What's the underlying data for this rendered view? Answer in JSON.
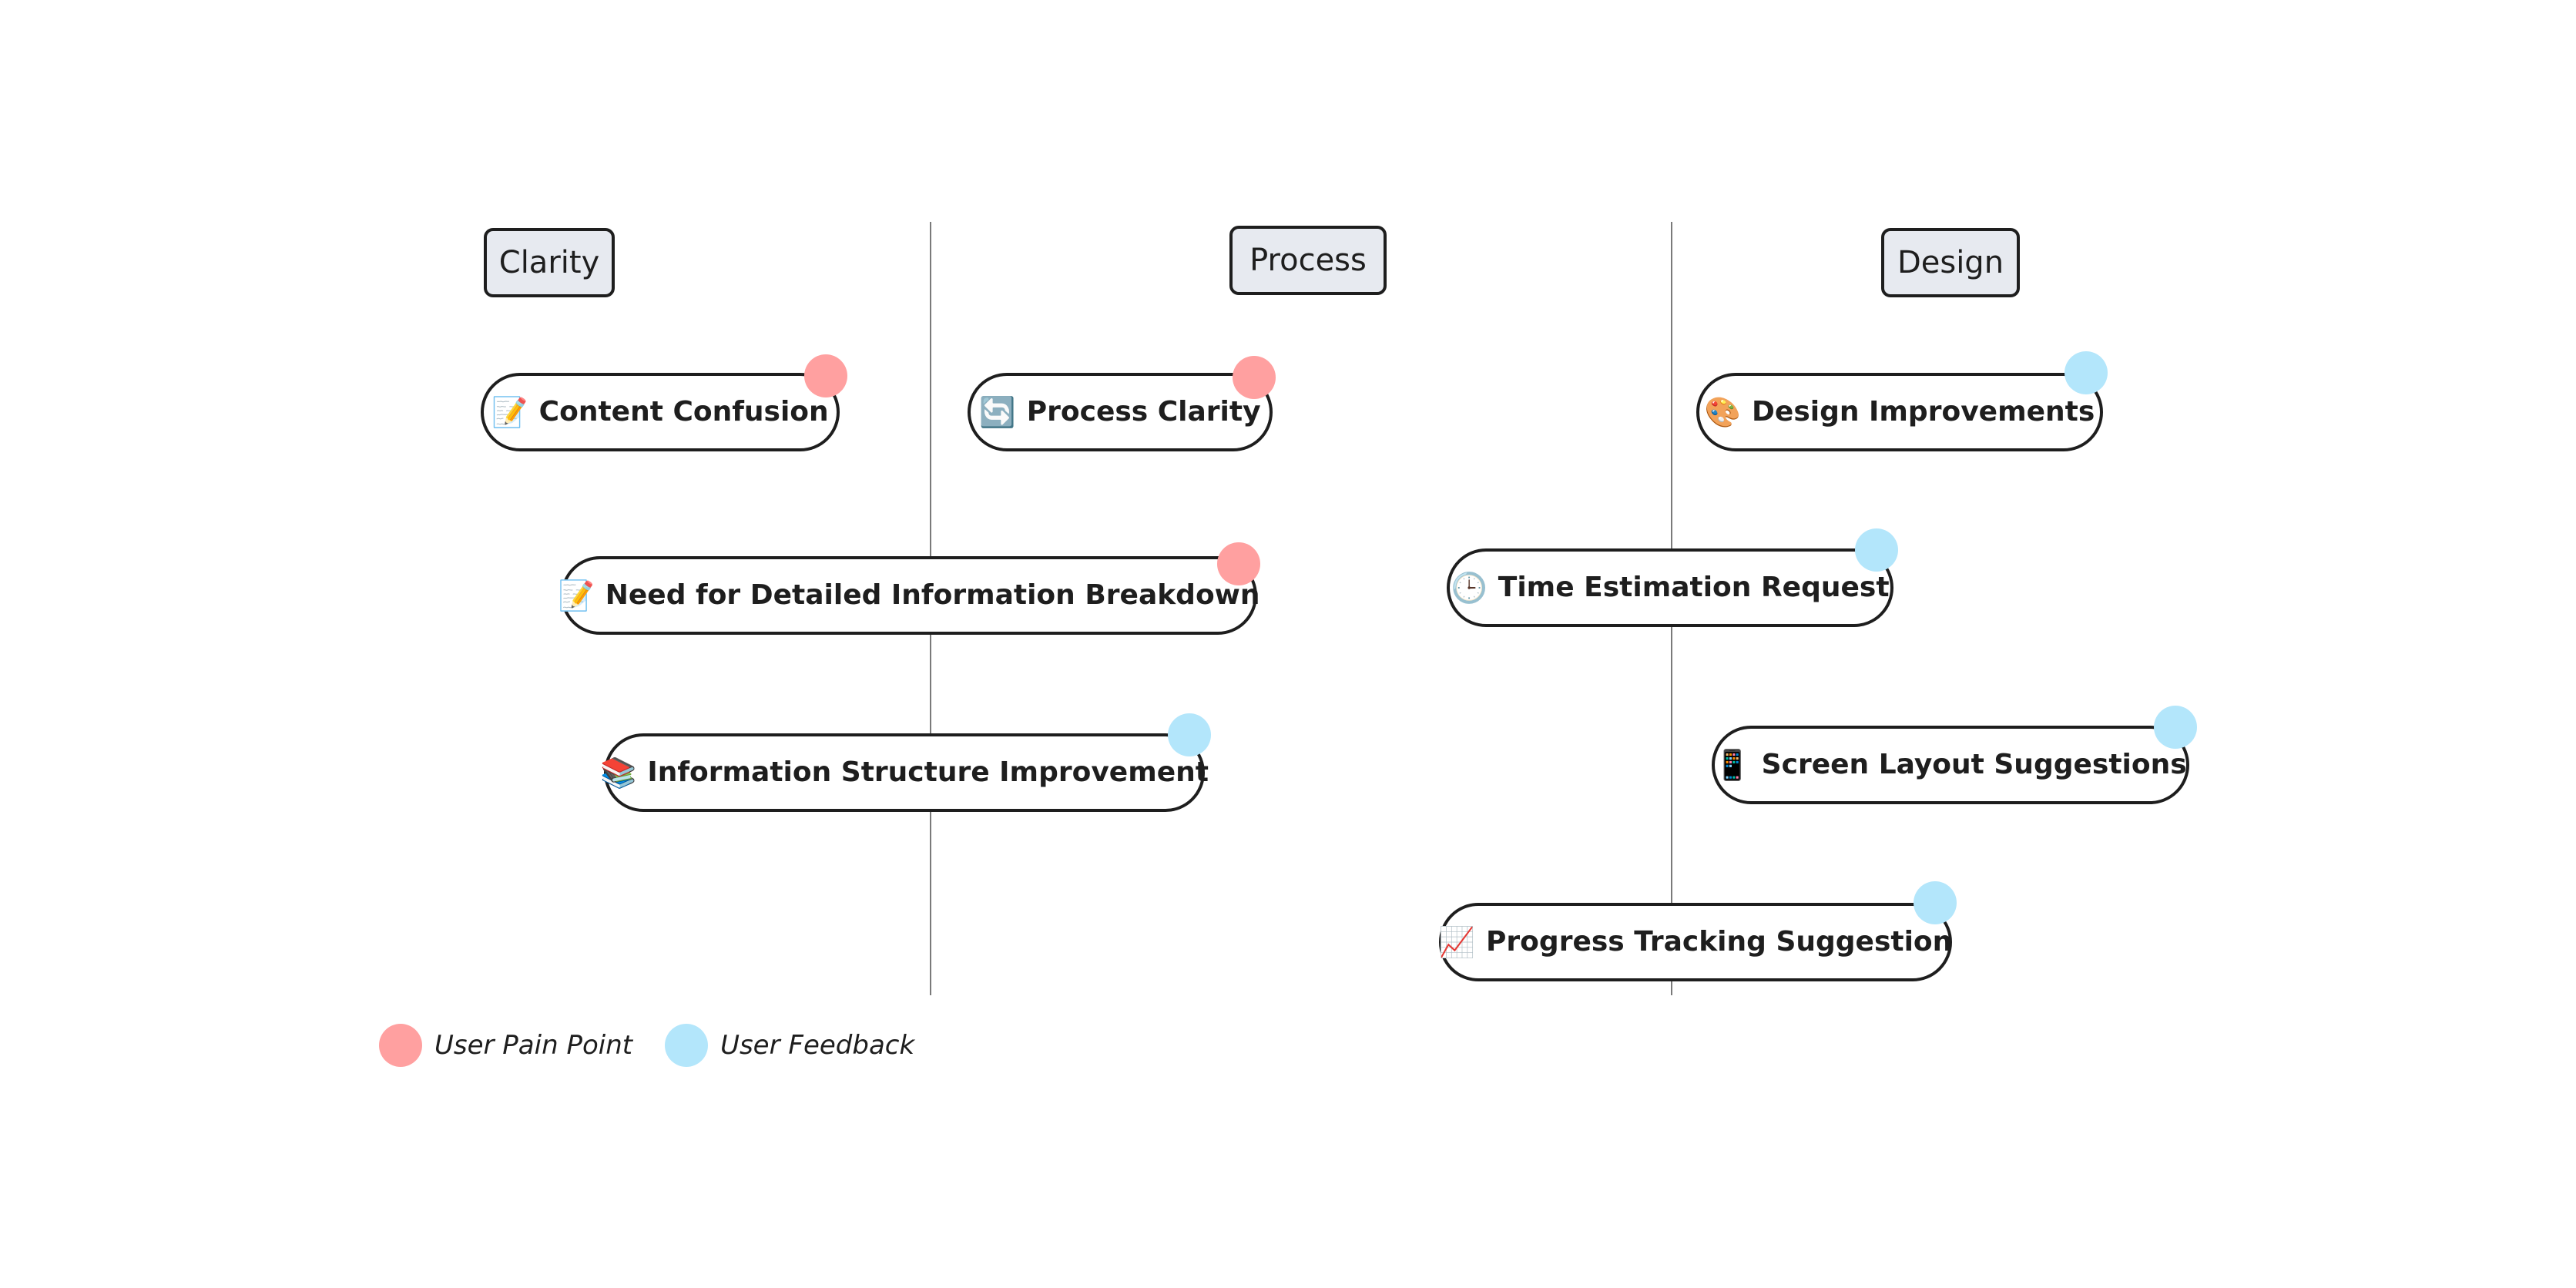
{
  "columns": [
    {
      "title": "Clarity"
    },
    {
      "title": "Process"
    },
    {
      "title": "Design"
    }
  ],
  "items": [
    {
      "emoji": "📝",
      "label": "Content Confusion",
      "type": "pain"
    },
    {
      "emoji": "🔄",
      "label": "Process Clarity",
      "type": "pain"
    },
    {
      "emoji": "🎨",
      "label": "Design Improvements",
      "type": "feedback"
    },
    {
      "emoji": "📝",
      "label": "Need for Detailed Information Breakdown",
      "type": "pain"
    },
    {
      "emoji": "🕒",
      "label": "Time Estimation Request",
      "type": "feedback"
    },
    {
      "emoji": "📚",
      "label": "Information Structure Improvement",
      "type": "feedback"
    },
    {
      "emoji": "📱",
      "label": "Screen Layout Suggestions",
      "type": "feedback"
    },
    {
      "emoji": "📈",
      "label": "Progress Tracking Suggestion",
      "type": "feedback"
    }
  ],
  "legend": {
    "pain_label": "User Pain Point",
    "feedback_label": "User Feedback"
  },
  "colors": {
    "pain": "#ffa0a0",
    "feedback": "#b3e6fb",
    "header_fill": "#e7eaf0",
    "stroke": "#1e1e1e"
  }
}
